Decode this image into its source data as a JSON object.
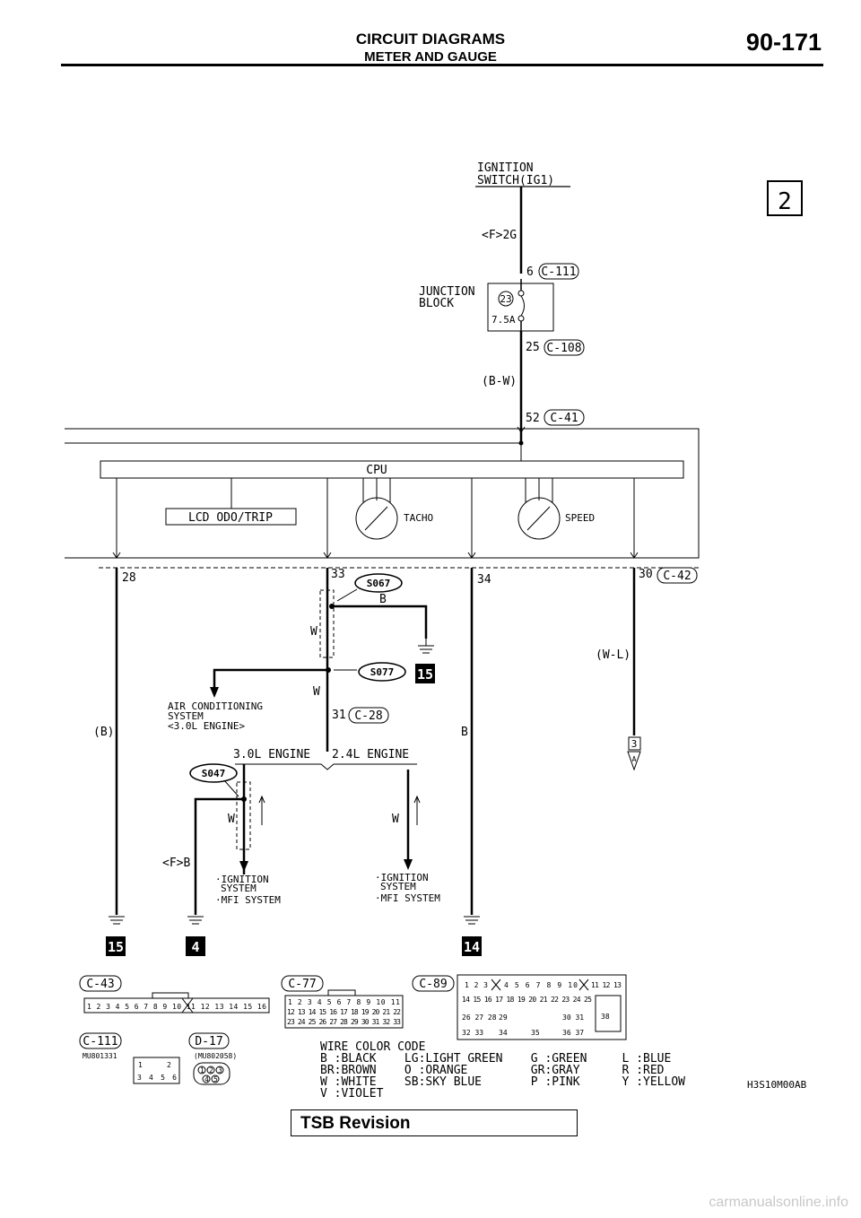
{
  "header": {
    "title": "CIRCUIT DIAGRAMS",
    "subtitle": "METER AND GAUGE",
    "page_number": "90-171"
  },
  "footer": {
    "tsb": "TSB Revision",
    "watermark": "carmanualsonline.info"
  },
  "diagram": {
    "page_marker": "2",
    "ignition_line1": "IGNITION",
    "ignition_line2": "SWITCH(IG1)",
    "f_2g": "<F>2G",
    "pin_6": "6",
    "conn_c111": "C-111",
    "junction_line1": "JUNCTION",
    "junction_line2": "BLOCK",
    "fuse_no": "23",
    "fuse_amp": "7.5A",
    "pin_25": "25",
    "conn_c108": "C-108",
    "bw": "(B-W)",
    "pin_52": "52",
    "conn_c41": "C-41",
    "cpu": "CPU",
    "lcd": "LCD ODO/TRIP",
    "tacho": "TACHO",
    "speed": "SPEED",
    "pin_28": "28",
    "pin_33": "33",
    "pin_34": "34",
    "pin_30": "30",
    "conn_c42": "C-42",
    "s067": "S067",
    "b1": "B",
    "w1": "W",
    "ground15a": "15",
    "s077": "S077",
    "w2": "W",
    "aircon_line1": "AIR CONDITIONING",
    "aircon_line2": "SYSTEM",
    "aircon_line3": "<3.0L ENGINE>",
    "pin_31": "31",
    "conn_c28": "C-28",
    "wl": "(W-L)",
    "paren_b": "(B)",
    "b2": "B",
    "eng30": "3.0L ENGINE",
    "eng24": "2.4L ENGINE",
    "box3": "3",
    "arrowA": "A",
    "s047": "S047",
    "w3": "W",
    "w4": "W",
    "fb": "<F>B",
    "ign_a1": "·IGNITION",
    "ign_a2": "SYSTEM",
    "ign_a3": "·MFI SYSTEM",
    "ign_b1": "·IGNITION",
    "ign_b2": "SYSTEM",
    "ign_b3": "·MFI SYSTEM",
    "ground15b": "15",
    "ground4": "4",
    "ground14": "14",
    "conn_c43": "C-43",
    "conn_c77": "C-77",
    "conn_c89": "C-89",
    "conn_c111b": "C-111",
    "mu801331": "MU801331",
    "conn_d17": "D-17",
    "mu802058": "(MU802058)",
    "code_title": "WIRE COLOR CODE",
    "code_row1": "B :BLACK    LG:LIGHT GREEN    G :GREEN     L :BLUE",
    "code_row2": "BR:BROWN    O :ORANGE         GR:GRAY      R :RED",
    "code_row3": "W :WHITE    SB:SKY BLUE       P :PINK      Y :YELLOW",
    "code_row4": "V :VIOLET",
    "fig_id": "H3S10M00AB"
  }
}
